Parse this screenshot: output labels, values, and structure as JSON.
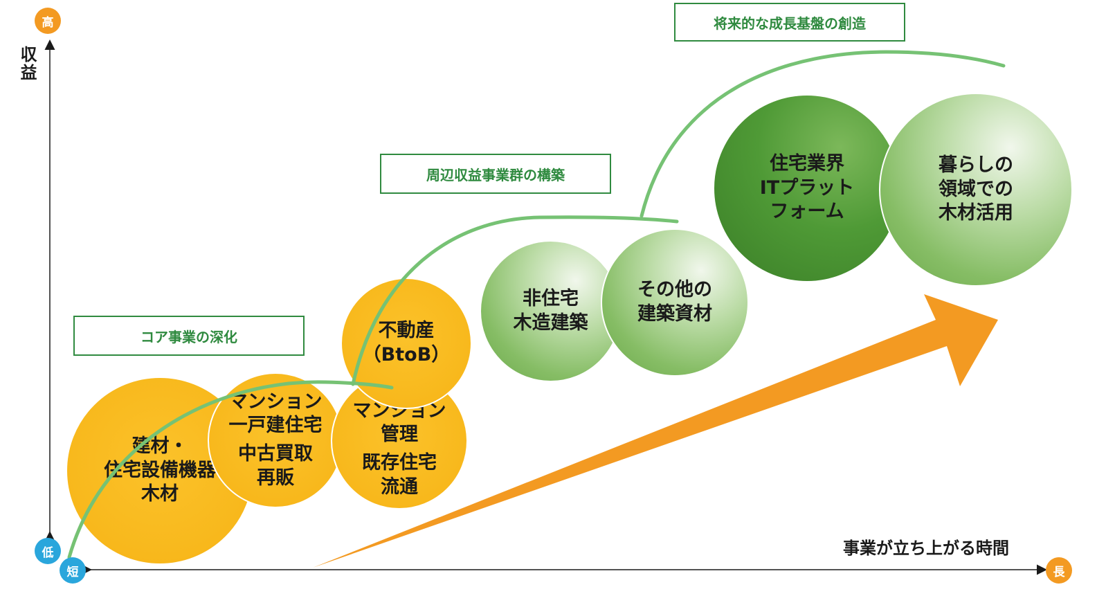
{
  "axes": {
    "y_title": "収益",
    "y_high": "高",
    "y_low": "低",
    "x_title": "事業が立ち上がる時間",
    "x_short": "短",
    "x_long": "長"
  },
  "stages": [
    {
      "label": "コア事業の深化"
    },
    {
      "label": "周辺収益事業群の構築"
    },
    {
      "label": "将来的な成長基盤の創造"
    }
  ],
  "circles": [
    {
      "lines": [
        "建材・",
        "住宅設備機器",
        "木材"
      ],
      "color": "yellow"
    },
    {
      "lines": [
        "マンション",
        "一戸建住宅",
        "中古買取",
        "再販"
      ],
      "color": "yellow"
    },
    {
      "lines": [
        "マンション",
        "管理",
        "既存住宅",
        "流通"
      ],
      "color": "yellow"
    },
    {
      "lines": [
        "不動産",
        "（BtoB）"
      ],
      "color": "yellow"
    },
    {
      "lines": [
        "非住宅",
        "木造建築"
      ],
      "color": "green-light"
    },
    {
      "lines": [
        "その他の",
        "建築資材"
      ],
      "color": "green-light"
    },
    {
      "lines": [
        "住宅業界",
        "ITプラット",
        "フォーム"
      ],
      "color": "green-dark"
    },
    {
      "lines": [
        "暮らしの",
        "領域での",
        "木材活用"
      ],
      "color": "green-light"
    }
  ],
  "colors": {
    "accent_orange": "#f39a22",
    "badge_blue": "#2aa6dc",
    "stage_green": "#2f8a3f",
    "curve_green": "#76c274",
    "yellow": "#f8b81c"
  }
}
